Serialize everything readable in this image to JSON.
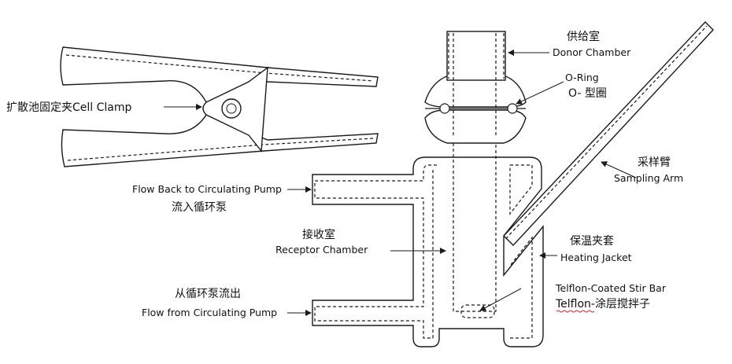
{
  "labels": {
    "cell_clamp": "扩散池固定夹Cell Clamp",
    "donor_zh": "供给室",
    "donor_en": "Donor Chamber",
    "oring_en": "O-Ring",
    "oring_zh": "O- 型圈",
    "sampling_zh": "采样臂",
    "sampling_en": "Sampling Arm",
    "flow_back_en": "Flow Back to Circulating Pump",
    "flow_back_zh": "流入循环泵",
    "receptor_zh": "接收室",
    "receptor_en": "Receptor Chamber",
    "heating_zh": "保温夹套",
    "heating_en": "Heating Jacket",
    "stir_en": "Telflon-Coated Stir Bar",
    "stir_zh_prefix": "Telflon",
    "stir_zh_rest": "-涂层搅拌子",
    "flow_from_zh": "从循环泵流出",
    "flow_from_en": "Flow from Circulating Pump"
  },
  "colors": {
    "line": "#1a1a1a",
    "text": "#111111",
    "spellcheck_underline": "#d02020"
  },
  "icons": {
    "arrowhead": "filled-triangle-arrowhead"
  }
}
